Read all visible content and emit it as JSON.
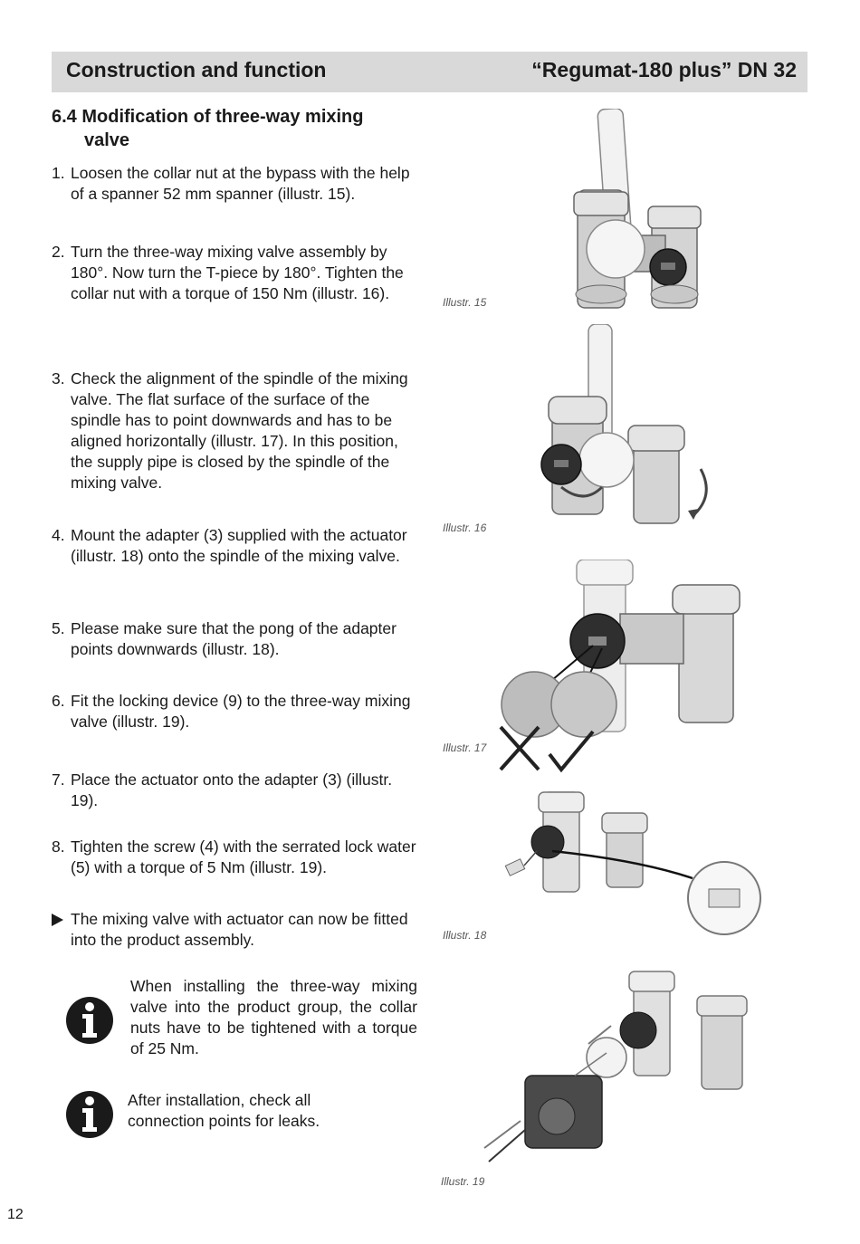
{
  "header": {
    "left": "Construction and function",
    "right": "“Regumat-180 plus” DN 32"
  },
  "section": {
    "number_title": "6.4 Modification of three-way mixing",
    "title_cont": "valve"
  },
  "steps": [
    {
      "num": "1.",
      "text": "Loosen the collar nut at the bypass with the help of a spanner 52 mm spanner (illustr. 15)."
    },
    {
      "num": "2.",
      "text": "Turn the three-way mixing valve assembly by 180°. Now turn the T-piece by 180°. Tighten the collar nut with a torque of 150 Nm (illustr. 16)."
    },
    {
      "num": "3.",
      "text": "Check the alignment of the spindle of the mixing valve. The flat surface of the surface of the spindle has to point downwards and has to be aligned horizontally (illustr. 17). In this position, the supply pipe is closed by the spindle of the mixing valve."
    },
    {
      "num": "4.",
      "text": "Mount the adapter (3) supplied with the actuator (illustr. 18) onto the spindle of the mixing valve."
    },
    {
      "num": "5.",
      "text": "Please make sure that the pong of the adapter points downwards (illustr. 18)."
    },
    {
      "num": "6.",
      "text": "Fit the locking device (9) to the three-way mixing valve (illustr. 19)."
    },
    {
      "num": "7.",
      "text": "Place the actuator onto the adapter (3) (illustr. 19)."
    },
    {
      "num": "8.",
      "text": "Tighten the screw (4) with the serrated lock water (5) with a torque of 5 Nm (illustr. 19)."
    }
  ],
  "result": "The mixing valve with actuator can now be fitted into the product assembly.",
  "notes": [
    "When installing the three-way mixing valve into the product group, the collar nuts have to be tightened with a torque of 25 Nm.",
    "After installation, check all connection points for leaks."
  ],
  "captions": [
    "Illustr. 15",
    "Illustr. 16",
    "Illustr. 17",
    "Illustr. 18",
    "Illustr. 19"
  ],
  "page_number": "12"
}
